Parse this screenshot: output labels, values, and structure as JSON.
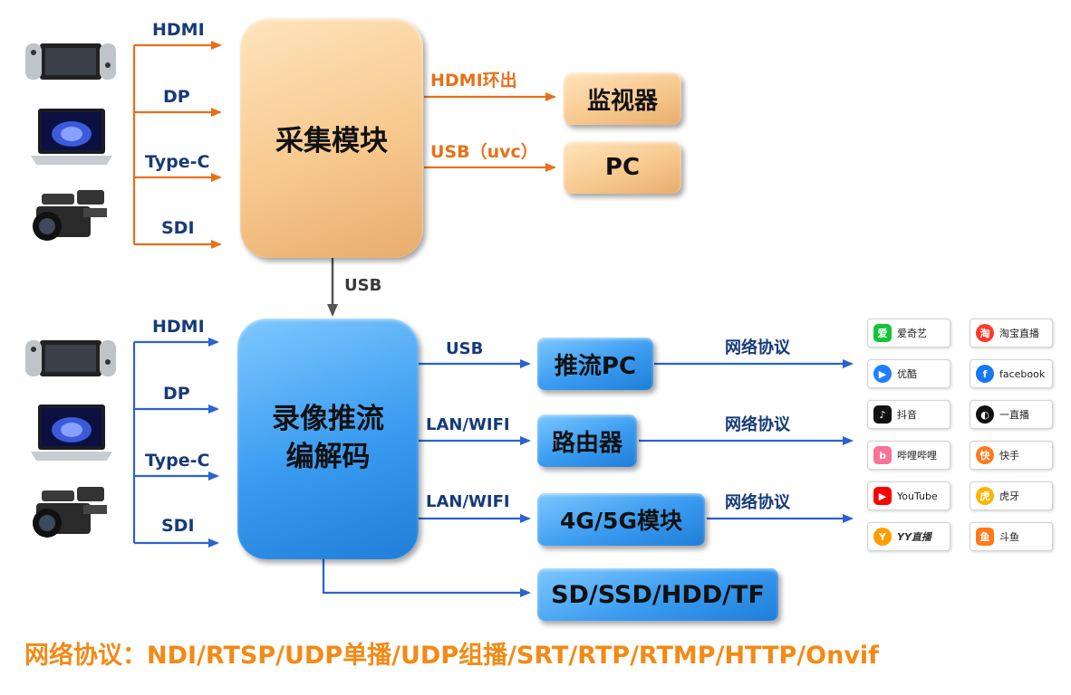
{
  "inputs_top": [
    "HDMI",
    "DP",
    "Type-C",
    "SDI"
  ],
  "inputs_bottom": [
    "HDMI",
    "DP",
    "Type-C",
    "SDI"
  ],
  "capture_module": "采集模块",
  "outputs_top": [
    {
      "label": "HDMI环出",
      "target": "监视器"
    },
    {
      "label": "USB（uvc）",
      "target": "PC"
    }
  ],
  "usb_link": "USB",
  "encoder_module": {
    "line1": "录像推流",
    "line2": "编解码"
  },
  "outputs_bottom": [
    {
      "label": "USB",
      "target": "推流PC",
      "protocol": "网络协议"
    },
    {
      "label": "LAN/WIFI",
      "target": "路由器",
      "protocol": "网络协议"
    },
    {
      "label": "LAN/WIFI",
      "target": "4G/5G模块",
      "protocol": "网络协议"
    }
  ],
  "storage": "SD/SSD/HDD/TF",
  "platforms": [
    {
      "name": "爱奇艺",
      "icon": "iqiyi-icon",
      "color": "#13c43a"
    },
    {
      "name": "淘宝直播",
      "icon": "taobao-live-icon",
      "color": "#ff3a2a"
    },
    {
      "name": "优酷",
      "icon": "youku-icon",
      "color": "#1e7fff"
    },
    {
      "name": "facebook",
      "icon": "facebook-icon",
      "color": "#1877f2"
    },
    {
      "name": "抖音",
      "icon": "douyin-icon",
      "color": "#111111"
    },
    {
      "name": "一直播",
      "icon": "yizhibo-icon",
      "color": "#111111"
    },
    {
      "name": "哔哩哔哩",
      "icon": "bilibili-icon",
      "color": "#fb7299"
    },
    {
      "name": "快手",
      "icon": "kuaishou-icon",
      "color": "#ff7a1a"
    },
    {
      "name": "YouTube",
      "icon": "youtube-icon",
      "color": "#ff0000"
    },
    {
      "name": "虎牙",
      "icon": "huya-icon",
      "color": "#ffb400"
    },
    {
      "name": "YY直播",
      "icon": "yy-live-icon",
      "color": "#ff9d00"
    },
    {
      "name": "斗鱼",
      "icon": "douyu-icon",
      "color": "#ff7a1a"
    }
  ],
  "footer_text": "网络协议：NDI/RTSP/UDP单播/UDP组播/SRT/RTP/RTMP/HTTP/Onvif",
  "colors": {
    "orange": "#e8701a",
    "blue": "#2a63d0",
    "tan_box": "#f7c98e",
    "blue_box": "#3a9bf0",
    "footer": "#f28a16"
  }
}
